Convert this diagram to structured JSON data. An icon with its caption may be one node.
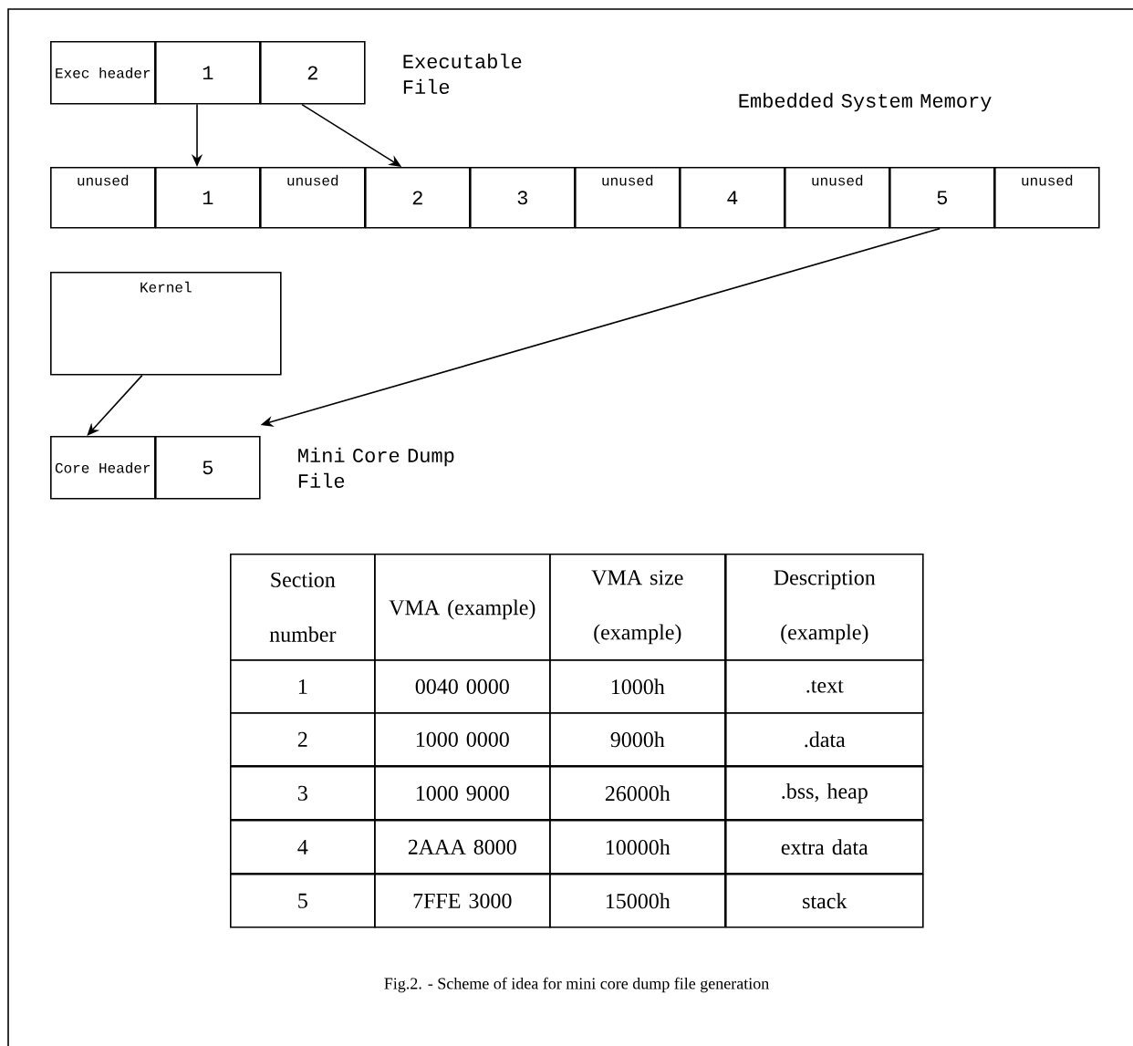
{
  "diagram": {
    "caption": "Fig.2. - Scheme of idea for mini core dump file generation",
    "nodes": [
      {
        "text": [
          "Exec header"
        ]
      },
      {
        "text": [
          "1"
        ]
      },
      {
        "text": [
          "2"
        ]
      },
      {
        "text": [
          "unused"
        ]
      },
      {
        "text": [
          "1"
        ]
      },
      {
        "text": [
          "unused"
        ]
      },
      {
        "text": [
          "2"
        ]
      },
      {
        "text": [
          "3"
        ]
      },
      {
        "text": [
          "unused"
        ]
      },
      {
        "text": [
          "4"
        ]
      },
      {
        "text": [
          "unused"
        ]
      },
      {
        "text": [
          "5"
        ]
      },
      {
        "text": [
          "unused"
        ]
      },
      {
        "text": [
          "Kernel"
        ]
      },
      {
        "text": [
          "Core Header"
        ]
      },
      {
        "text": [
          "5"
        ]
      }
    ],
    "edges": [
      {
        "from": 1,
        "to": 4,
        "arrow": "to"
      },
      {
        "from": 2,
        "to": 6,
        "arrow": "to"
      },
      {
        "from": 11,
        "to": 15,
        "arrow": "to"
      },
      {
        "from": 13,
        "to": 14,
        "arrow": "to"
      }
    ],
    "labels": [
      "Executable File",
      "Embedded System Memory",
      "Mini Core Dump File",
      "Section number",
      "VMA (example)",
      "VMA size (example)",
      "Description (example)",
      "1",
      "0040 0000",
      "1000h",
      ".text",
      "2",
      "1000 0000",
      "9000h",
      ".data",
      "3",
      "1000 9000",
      "26000h",
      ".bss, heap",
      "4",
      "2AAA 8000",
      "10000h",
      "extra data",
      "5",
      "7FFE 3000",
      "15000h",
      "stack"
    ]
  }
}
